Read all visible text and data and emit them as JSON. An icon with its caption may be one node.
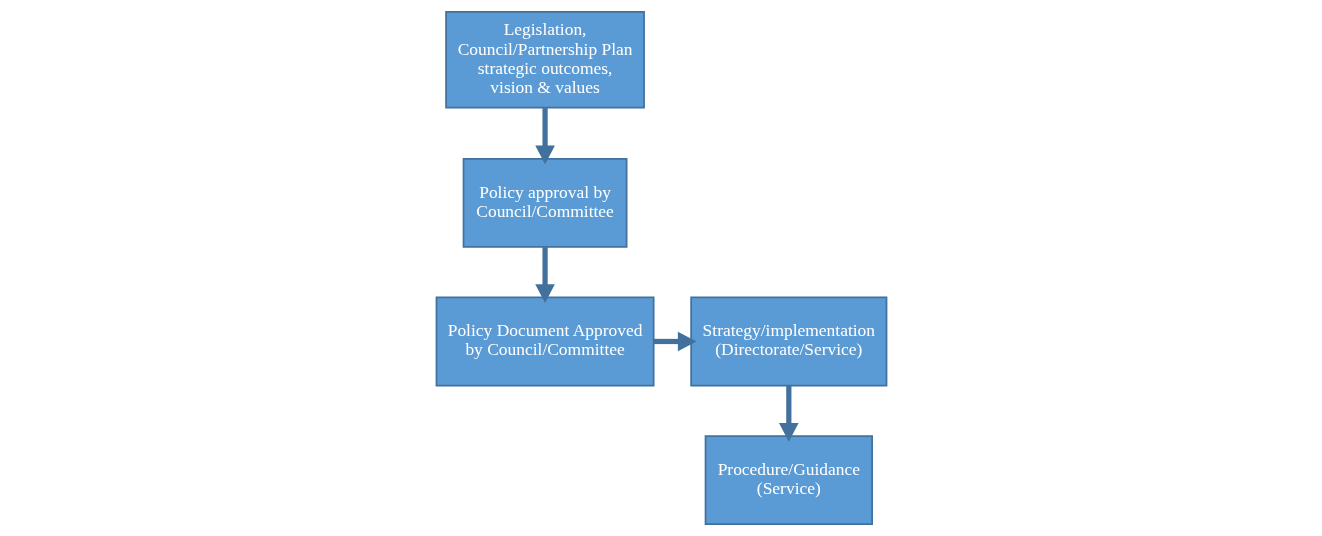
{
  "diagram": {
    "nodes": [
      {
        "text": [
          "Legislation, Council/Partnership Plan strategic outcomes, vision & values"
        ]
      },
      {
        "text": [
          "Policy approval by Council/Committee"
        ]
      },
      {
        "text": [
          "Policy Document Approved by Council/Committee"
        ]
      },
      {
        "text": [
          "Strategy/implementation (Directorate/Service)"
        ]
      },
      {
        "text": [
          "Procedure/Guidance (Service)"
        ]
      }
    ],
    "edges": [
      {
        "from": 0,
        "to": 1,
        "arrow": "to"
      },
      {
        "from": 1,
        "to": 2,
        "arrow": "to"
      },
      {
        "from": 2,
        "to": 3,
        "arrow": "to"
      },
      {
        "from": 3,
        "to": 4,
        "arrow": "to"
      }
    ]
  }
}
